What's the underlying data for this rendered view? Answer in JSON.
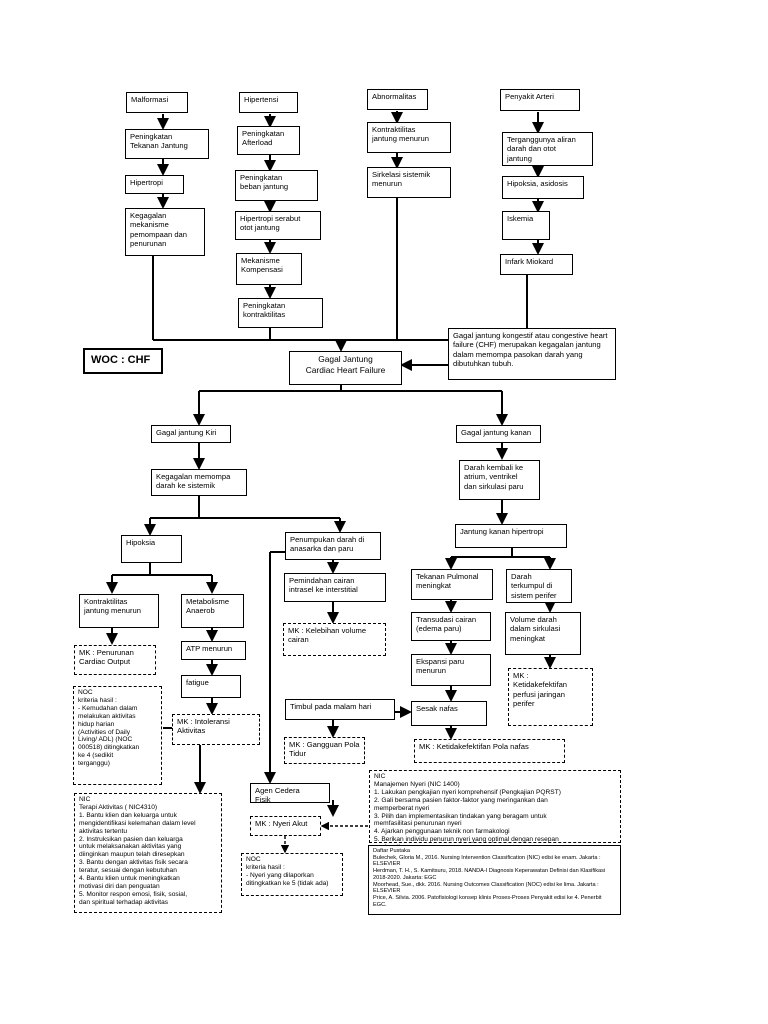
{
  "title": "WOC : CHF",
  "nodes": {
    "malformasi": "Malformasi",
    "hipertensi": "Hipertensi",
    "abnormalitas": "Abnormalitas",
    "penyakit_arteri": "Penyakit Arteri",
    "peningkatan_tekanan": "Peningkatan\nTekanan Jantung",
    "peningkatan_afterload": "Peningkatan\nAfterload",
    "kontraktilitas_menurun_top": "Kontraktilitas\njantung menurun",
    "terganggunya": "Terganggunya aliran\ndarah dan otot\njantung",
    "hipertropi": "Hipertropi",
    "peningkatan_beban": "Peningkatan\nbeban jantung",
    "sirkelasi": "Sirkelasi sistemik\nmenurun",
    "hipoksia_asidosis": "Hipoksia, asidosis",
    "kegagalan_mekanisme": "Kegagalan\nmekanisme\npemompaan dan\npenurunan",
    "hipertropi_serabut": "Hipertropi serabut\notot jantung",
    "iskemia": "Iskemia",
    "mekanisme_kompensasi": "Mekanisme\nKompensasi",
    "infark": "Infark Miokard",
    "peningkatan_kontraktilitas": "Peningkatan\nkontraktilitas",
    "definition": "Gagal jantung kongestif atau congestive heart failure (CHF) merupakan kegagalan jantung dalam memompa pasokan darah yang dibutuhkan tubuh.",
    "gagal_jantung": "Gagal  Jantung\nCardiac Heart Failure",
    "gagal_kiri": "Gagal jantung Kiri",
    "gagal_kanan": "Gagal jantung kanan",
    "kegagalan_memompa": "Kegagalan memompa\ndarah ke sistemik",
    "darah_kembali": "Darah kembali ke\natrium, ventrikel\ndan sirkulasi paru",
    "jantung_kanan_hipertropi": "Jantung  kanan hipertropi",
    "hipoksia": "Hipoksia",
    "penumpukan": "Penumpukan darah di\nanasarka dan paru",
    "tekanan_pulmonal": "Tekanan Pulmonal\nmeningkat",
    "darah_terkumpul": "Darah\nterkumpul di\nsistem perifer",
    "kontraktilitas_menurun": "Kontraktilitas\njantung menurun",
    "metabolisme": "Metabolisme\nAnaerob",
    "pemindahan_cairan": "Pemindahan cairan\nintrasel ke interstitial",
    "transudasi": "Transudasi cairan\n(edema paru)",
    "volume_darah": "Volume darah\ndalam sirkulasi\nmeningkat",
    "mk_cardiac": "MK : Penurunan\nCardiac Output",
    "atp": "ATP menurun",
    "mk_volume": "MK : Kelebihan volume\ncairan",
    "ekspansi": "Ekspansi paru\nmenurun",
    "fatigue": "fatigue",
    "mk_perfusi": "MK :\nKetidakefektifan\nperfusi jaringan\nperifer",
    "noc_activity": "NOC\nkriteria hasil :\n- Kemudahan dalam\nmelakukan aktivitas\nhidup harian\n(Activities of Daily\nLiving/ ADL) (NOC\n000518) ditingkatkan\nke 4 (sedikit\nterganggu)",
    "mk_intoleransi": "MK : Intoleransi\nAktivitas",
    "timbul": "Timbul pada malam hari",
    "sesak": "Sesak nafas",
    "mk_nyeri_pola": "MK : Gangguan Pola\nTidur",
    "mk_pola_nafas": "MK : Ketidakefektifan Pola nafas",
    "nic_nyeri": "NIC\nManajemen Nyeri (NIC 1400)\n1. Lakukan pengkajian nyeri komprehensif (Pengkajian PQRST)\n2. Gali bersama pasien faktor-faktor yang meringankan dan\nmemperberat nyeri\n3. Pilih dan implementasikan tindakan yang beragam untuk\nmemfasilitasi penurunan nyeri\n4. Ajarkan penggunaan teknik non farmakologi\n5. Berikan individu penurun nyeri yang optimal dengan resepan\nanalgesik",
    "nic_activity": "NIC\nTerapi Aktivitas ( NIC4310)\n1. Bantu klien dan keluarga untuk\nmengidentifikasi kelemahan dalam level\naktivitas tertentu\n2. Instruksikan pasien dan keluarga\nuntuk melaksanakan aktivitas yang\ndiinginkan maupun telah diresepkan\n3. Bantu dengan aktivitas fisik secara\nteratur, sesuai dengan kebutuhan\n4. Bantu klien untuk meningkatkan\nmotivasi diri dan penguatan\n5. Monitor respon emosi, fisik, sosial,\ndan spiritual terhadap aktivitas",
    "agen": "Agen Cedera\nFisik",
    "mk_nyeri": "MK : Nyeri Akut",
    "noc_nyeri": "NOC\nkriteria hasil :\n- Nyeri yang dilaporkan\nditingkatkan ke 5 (tidak ada)",
    "pustaka": "Daftar Pustaka\nBulechek, Gloria M., 2016. Nursing Intervention Classification (NIC) edisi ke enam. Jakarta : ELSEVIER\nHerdman, T. H., S. Kamitsuru, 2018. NANDA-I Diagnosis Keperawatan Definisi dan Klasifikasi 2018-2020. Jakarta: EGC\nMoorhead, Sue., dkk. 2016. Nursing Outcomes Classification (NOC) edisi ke lima. Jakarta : ELSEVIER\nPrice, A. Silvia. 2006. Patofisiologi konsep klinis Proses-Proses Penyakit edisi ke 4. Penerbit EGC."
  }
}
